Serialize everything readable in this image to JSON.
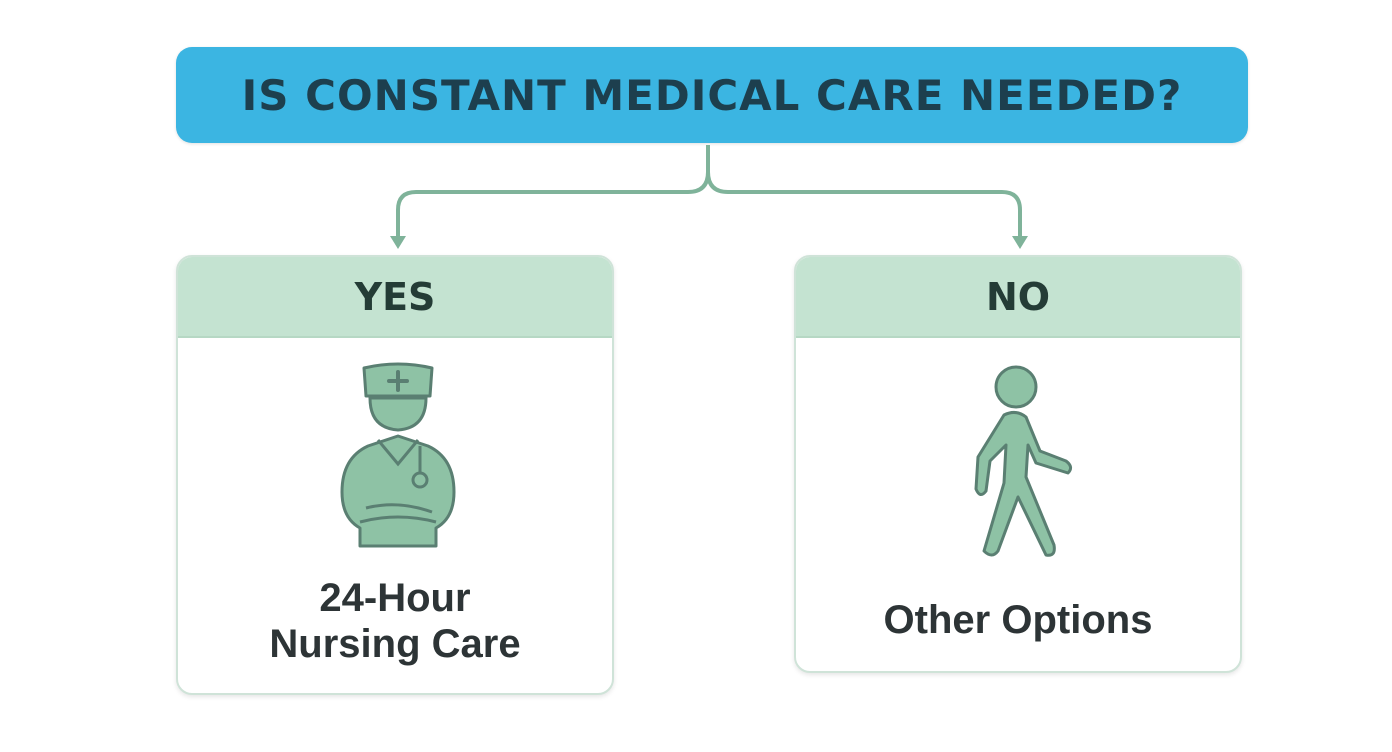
{
  "question": "IS CONSTANT MEDICAL CARE NEEDED?",
  "branches": [
    {
      "answer": "YES",
      "icon": "nurse-icon",
      "label_line1": "24-Hour",
      "label_line2": "Nursing Care"
    },
    {
      "answer": "NO",
      "icon": "walking-person-icon",
      "label_line1": "Other Options"
    }
  ],
  "colors": {
    "question_bg": "#3bb5e2",
    "question_text": "#1d3f4e",
    "card_header_bg": "#c4e3d1",
    "icon_fill": "#8ec2a5",
    "connector": "#7fb39a"
  }
}
